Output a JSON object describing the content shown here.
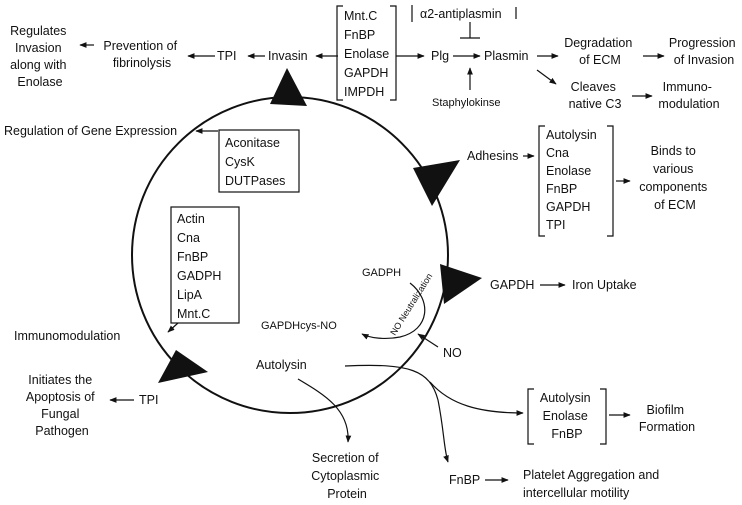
{
  "invasion": {
    "regulates_lines": [
      "Regulates",
      "Invasion",
      "along with",
      "Enolase"
    ],
    "prevention_lines": [
      "Prevention of",
      "fibrinolysis"
    ],
    "tpi": "TPI",
    "invasin": "Invasin",
    "bracket_items": [
      "Mnt.C",
      "FnBP",
      "Enolase",
      "GAPDH",
      "IMPDH"
    ],
    "antiplasmin": "α2-antiplasmin",
    "plg": "Plg",
    "plasmin": "Plasmin",
    "staphylokinse": "Staphylokinse",
    "degradation_lines": [
      "Degradation",
      "of ECM"
    ],
    "progression_lines": [
      "Progression",
      "of Invasion"
    ],
    "cleaves_lines": [
      "Cleaves",
      "native C3"
    ],
    "immuno_lines": [
      "Immuno-",
      "modulation"
    ]
  },
  "gene_expression": {
    "label": "Regulation of Gene Expression",
    "items": [
      "Aconitase",
      "CysK",
      "DUTPases"
    ]
  },
  "adhesins": {
    "label": "Adhesins",
    "items": [
      "Autolysin",
      "Cna",
      "Enolase",
      "FnBP",
      "GAPDH",
      "TPI"
    ],
    "binds_lines": [
      "Binds to",
      "various",
      "components",
      "of ECM"
    ]
  },
  "immunomodulation_box": {
    "items": [
      "Actin",
      "Cna",
      "FnBP",
      "GADPH",
      "LipA",
      "Mnt.C"
    ],
    "label": "Immunomodulation"
  },
  "gapdh": {
    "label": "GAPDH",
    "iron": "Iron Uptake",
    "inner_gadph": "GADPH",
    "gapdhcys": "GAPDHcys-NO",
    "no_neutralization": "NO Neutralization",
    "no": "NO"
  },
  "fungal": {
    "tpi": "TPI",
    "lines": [
      "Initiates the",
      "Apoptosis of",
      "Fungal",
      "Pathogen"
    ]
  },
  "autolysin": {
    "label": "Autolysin",
    "secretion_lines": [
      "Secretion of",
      "Cytoplasmic",
      "Protein"
    ],
    "fnbp": "FnBP",
    "platelet_lines": [
      "Platelet Aggregation and",
      "intercellular motility"
    ],
    "biofilm_items": [
      "Autolysin",
      "Enolase",
      "FnBP"
    ],
    "biofilm_lines": [
      "Biofilm",
      "Formation"
    ]
  }
}
